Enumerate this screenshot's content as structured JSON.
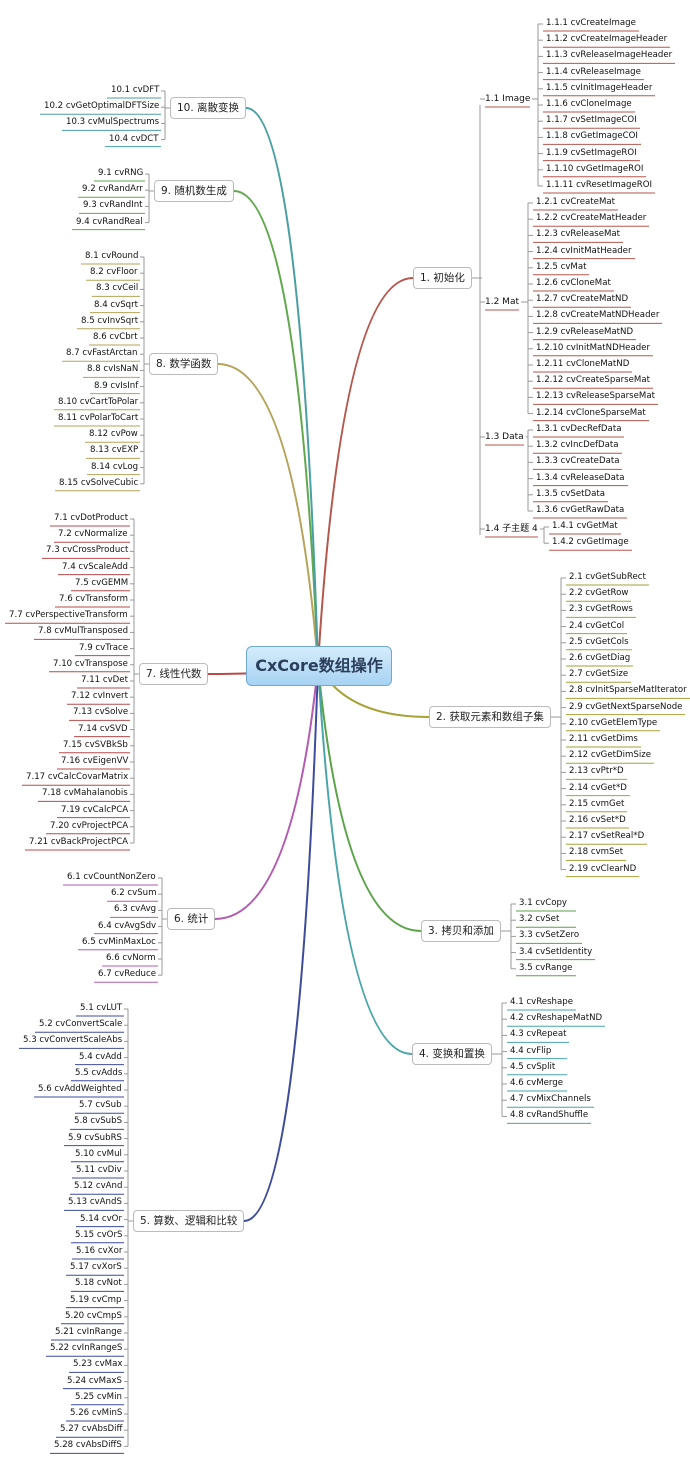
{
  "root": "CxCore数组操作",
  "branches": [
    {
      "label": "1. 初始化",
      "color": "#b5574d",
      "groups": [
        {
          "label": "1.1 Image",
          "items": [
            "1.1.1 cvCreateImage",
            "1.1.2 cvCreateImageHeader",
            "1.1.3 cvReleaseImageHeader",
            "1.1.4 cvReleaseImage",
            "1.1.5 cvInitImageHeader",
            "1.1.6 cvCloneImage",
            "1.1.7 cvSetImageCOI",
            "1.1.8 cvGetImageCOI",
            "1.1.9 cvSetImageROI",
            "1.1.10 cvGetImageROI",
            "1.1.11 cvResetImageROI"
          ]
        },
        {
          "label": "1.2 Mat",
          "items": [
            "1.2.1 cvCreateMat",
            "1.2.2 cvCreateMatHeader",
            "1.2.3 cvReleaseMat",
            "1.2.4 cvInitMatHeader",
            "1.2.5 cvMat",
            "1.2.6 cvCloneMat",
            "1.2.7 cvCreateMatND",
            "1.2.8 cvCreateMatNDHeader",
            "1.2.9 cvReleaseMatND",
            "1.2.10 cvInitMatNDHeader",
            "1.2.11 cvCloneMatND",
            "1.2.12 cvCreateSparseMat",
            "1.2.13 cvReleaseSparseMat",
            "1.2.14 cvCloneSparseMat"
          ]
        },
        {
          "label": "1.3 Data",
          "items": [
            "1.3.1 cvDecRefData",
            "1.3.2 cvIncDefData",
            "1.3.3 cvCreateData",
            "1.3.4 cvReleaseData",
            "1.3.5 cvSetData",
            "1.3.6 cvGetRawData"
          ]
        },
        {
          "label": "1.4 子主题 4",
          "items": [
            "1.4.1 cvGetMat",
            "1.4.2 cvGetImage"
          ]
        }
      ]
    },
    {
      "label": "2. 获取元素和数组子集",
      "color": "#a6a236",
      "items": [
        "2.1 cvGetSubRect",
        "2.2 cvGetRow",
        "2.3 cvGetRows",
        "2.4 cvGetCol",
        "2.5 cvGetCols",
        "2.6 cvGetDiag",
        "2.7 cvGetSize",
        "2.8 cvInitSparseMatIterator",
        "2.9 cvGetNextSparseNode",
        "2.10 cvGetElemType",
        "2.11 cvGetDims",
        "2.12 cvGetDimSize",
        "2.13 cvPtr*D",
        "2.14 cvGet*D",
        "2.15 cvmGet",
        "2.16 cvSet*D",
        "2.17 cvSetReal*D",
        "2.18 cvmSet",
        "2.19 cvClearND"
      ]
    },
    {
      "label": "3. 拷贝和添加",
      "color": "#5aa348",
      "items": [
        "3.1 cvCopy",
        "3.2 cvSet",
        "3.3 cvSetZero",
        "3.4 cvSetIdentity",
        "3.5 cvRange"
      ]
    },
    {
      "label": "4. 变换和置换",
      "color": "#49a5a8",
      "items": [
        "4.1 cvReshape",
        "4.2 cvReshapeMatND",
        "4.3 cvRepeat",
        "4.4 cvFlip",
        "4.5 cvSplit",
        "4.6 cvMerge",
        "4.7 cvMixChannels",
        "4.8 cvRandShuffle"
      ]
    },
    {
      "label": "5. 算数、逻辑和比较",
      "color": "#3d4c9b",
      "items": [
        "5.1 cvLUT",
        "5.2 cvConvertScale",
        "5.3 cvConvertScaleAbs",
        "5.4 cvAdd",
        "5.5 cvAdds",
        "5.6 cvAddWeighted",
        "5.7 cvSub",
        "5.8 cvSubS",
        "5.9 cvSubRS",
        "5.10 cvMul",
        "5.11 cvDiv",
        "5.12 cvAnd",
        "5.13 cvAndS",
        "5.14 cvOr",
        "5.15 cvOrS",
        "5.16 cvXor",
        "5.17 cvXorS",
        "5.18 cvNot",
        "5.19 cvCmp",
        "5.20 cvCmpS",
        "5.21 cvInRange",
        "5.22 cvInRangeS",
        "5.23 cvMax",
        "5.24 cvMaxS",
        "5.25 cvMin",
        "5.26 cvMinS",
        "5.27 cvAbsDiff",
        "5.28 cvAbsDiffS"
      ]
    },
    {
      "label": "6. 统计",
      "color": "#b25bb0",
      "items": [
        "6.1 cvCountNonZero",
        "6.2 cvSum",
        "6.3 cvAvg",
        "6.4 cvAvgSdv",
        "6.5 cvMinMaxLoc",
        "6.6 cvNorm",
        "6.7 cvReduce"
      ]
    },
    {
      "label": "7. 线性代数",
      "color": "#b84a4a",
      "items": [
        "7.1 cvDotProduct",
        "7.2 cvNormalize",
        "7.3 cvCrossProduct",
        "7.4 cvScaleAdd",
        "7.5 cvGEMM",
        "7.6 cvTransform",
        "7.7 cvPerspectiveTransform",
        "7.8 cvMulTransposed",
        "7.9 cvTrace",
        "7.10 cvTranspose",
        "7.11 cvDet",
        "7.12 cvInvert",
        "7.13 cvSolve",
        "7.14 cvSVD",
        "7.15 cvSVBkSb",
        "7.16 cvEigenVV",
        "7.17 cvCalcCovarMatrix",
        "7.18 cvMahalanobis",
        "7.19 cvCalcPCA",
        "7.20 cvProjectPCA",
        "7.21 cvBackProjectPCA"
      ]
    },
    {
      "label": "8. 数学函数",
      "color": "#b5a35a",
      "items": [
        "8.1 cvRound",
        "8.2 cvFloor",
        "8.3 cvCeil",
        "8.4 cvSqrt",
        "8.5 cvInvSqrt",
        "8.6 cvCbrt",
        "8.7 cvFastArctan",
        "8.8 cvIsNaN",
        "8.9 cvIsInf",
        "8.10 cvCartToPolar",
        "8.11 cvPolarToCart",
        "8.12 cvPow",
        "8.13 cvEXP",
        "8.14 cvLog",
        "8.15 cvSolveCubic"
      ]
    },
    {
      "label": "9. 随机数生成",
      "color": "#62a94e",
      "items": [
        "9.1 cvRNG",
        "9.2 cvRandArr",
        "9.3 cvRandInt",
        "9.4 cvRandReal"
      ]
    },
    {
      "label": "10. 离散变换",
      "color": "#4a9fa3",
      "items": [
        "10.1 cvDFT",
        "10.2 cvGetOptimalDFTSize",
        "10.3 cvMulSpectrums",
        "10.4 cvDCT"
      ]
    }
  ]
}
